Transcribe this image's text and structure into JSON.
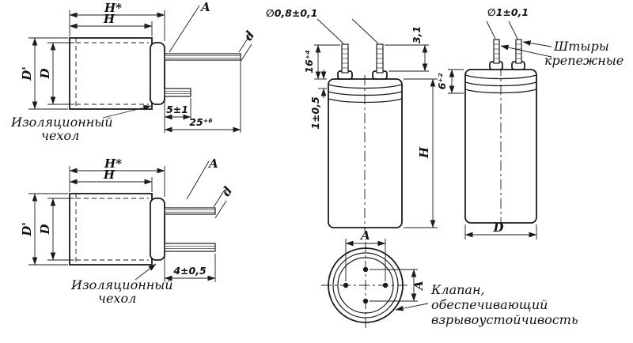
{
  "sheet": {
    "paper_color": "#ffffff",
    "ink_color": "#1b1b1b"
  },
  "views": {
    "snap_in_long": {
      "dim_h_star": "H*",
      "dim_h": "H",
      "dim_d_outer": "D'",
      "dim_d_can": "D",
      "dim_pin_spacing": "A",
      "dim_lead_dia": "d",
      "dim_short_pin": "5±1",
      "dim_long_pin": "25⁺⁶",
      "note_line1": "Изоляционный",
      "note_line2": "чехол"
    },
    "snap_in_short": {
      "dim_h_star": "H*",
      "dim_h": "H",
      "dim_d_outer": "D'",
      "dim_d_can": "D",
      "dim_pin_spacing": "A",
      "dim_lead_dia": "d",
      "dim_pin_len": "4±0,5",
      "note_line1": "Изоляционный",
      "note_line2": "чехол"
    },
    "front": {
      "dia_pin": "∅0,8±0,1",
      "dim_pin_tip": "3,1",
      "dim_pin_height": "16⁺⁴",
      "dim_bead": "1±0,5",
      "dim_case_height": "H"
    },
    "top": {
      "dim_pin_span_h": "A",
      "dim_pin_span_v": "A",
      "note_line1": "Клапан,",
      "note_line2": "обеспечивающий",
      "note_line3": "взрывоустойчивость"
    },
    "side": {
      "dia_pin": "∅1±0,1",
      "note_line1": "Штыры",
      "note_line2": "крепежные",
      "dim_bead": "6⁺²",
      "dim_case_dia": "D"
    }
  }
}
